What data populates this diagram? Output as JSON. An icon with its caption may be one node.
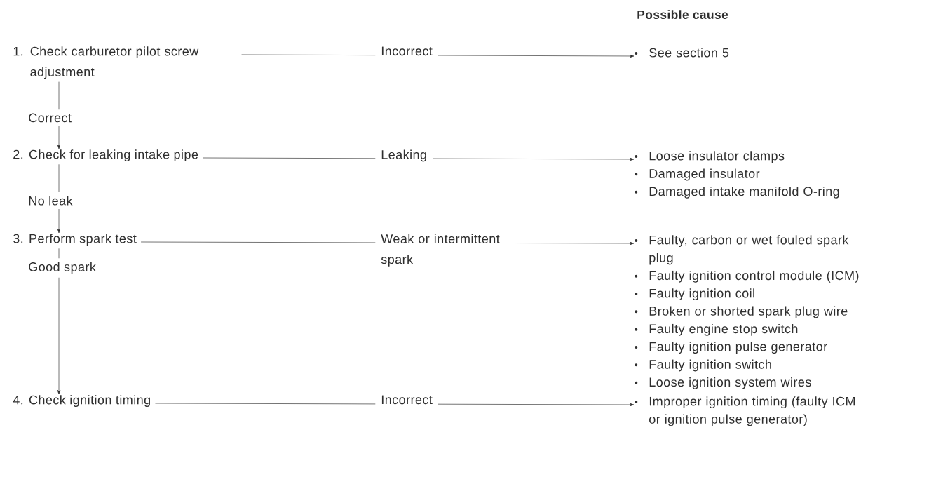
{
  "diagram": {
    "title": "Possible cause",
    "nodes": [
      {
        "text": [
          "1. Check carburetor pilot screw adjustment"
        ]
      },
      {
        "text": [
          "2. Check for leaking intake pipe"
        ]
      },
      {
        "text": [
          "3. Perform spark test"
        ]
      },
      {
        "text": [
          "4. Check ignition timing"
        ]
      },
      {
        "text": [
          "See section 5"
        ]
      },
      {
        "text": [
          "Loose insulator clamps",
          "Damaged insulator",
          "Damaged intake manifold O-ring"
        ]
      },
      {
        "text": [
          "Faulty, carbon or wet fouled spark plug",
          "Faulty ignition control module (ICM)",
          "Faulty ignition coil",
          "Broken or shorted spark plug wire",
          "Faulty engine stop switch",
          "Faulty ignition pulse generator",
          "Faulty ignition switch",
          "Loose ignition system wires"
        ]
      },
      {
        "text": [
          "Improper ignition timing (faulty ICM or ignition pulse generator)"
        ]
      }
    ],
    "edges": [
      {
        "from": 0,
        "to": 4,
        "arrow": "to",
        "label": "Incorrect"
      },
      {
        "from": 0,
        "to": 1,
        "arrow": "to",
        "label": "Correct"
      },
      {
        "from": 1,
        "to": 5,
        "arrow": "to",
        "label": "Leaking"
      },
      {
        "from": 1,
        "to": 2,
        "arrow": "to",
        "label": "No leak"
      },
      {
        "from": 2,
        "to": 6,
        "arrow": "to",
        "label": "Weak or intermittent spark"
      },
      {
        "from": 2,
        "to": 3,
        "arrow": "to",
        "label": "Good spark"
      },
      {
        "from": 3,
        "to": 7,
        "arrow": "to",
        "label": "Incorrect"
      }
    ]
  }
}
